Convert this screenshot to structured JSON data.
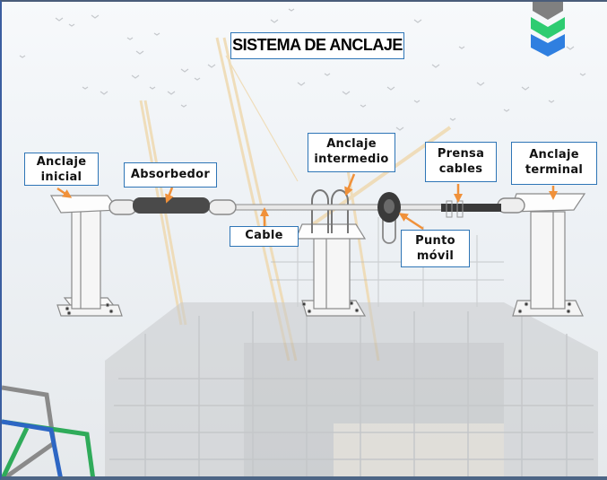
{
  "slide": {
    "title": "SISTEMA DE ANCLAJE",
    "labels": {
      "anclaje_inicial": "Anclaje\ninicial",
      "absorbedor": "Absorbedor",
      "anclaje_intermedio": "Anclaje\nintermedio",
      "cable": "Cable",
      "punto_movil": "Punto\nmóvil",
      "prensa_cables": "Prensa\ncables",
      "anclaje_terminal": "Anclaje\nterminal"
    },
    "colors": {
      "label_border": "#2e75b6",
      "arrow": "#f0913a",
      "logo_gray": "#808080",
      "logo_green": "#2ecc71",
      "logo_blue": "#2f7fe0",
      "absorber": "#4a4a4a"
    },
    "icons": {
      "logo": "chevron-stack-logo",
      "corner_decoration": "line-art-decoration"
    }
  }
}
